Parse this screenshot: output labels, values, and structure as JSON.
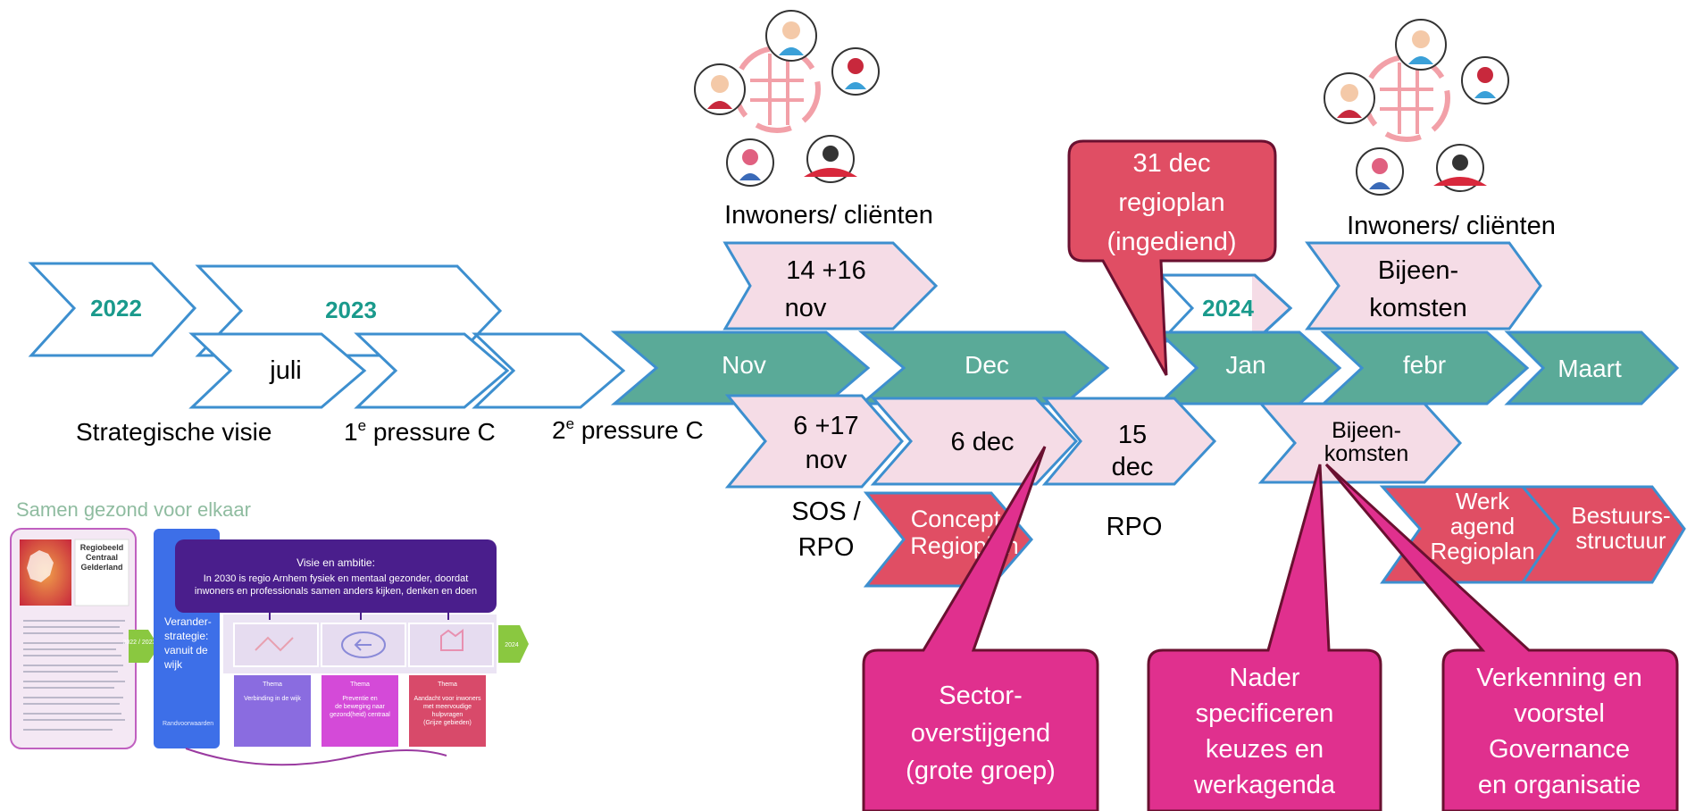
{
  "colors": {
    "teal": "#5aaa98",
    "teal_text": "#1a9a8c",
    "outline_blue": "#3d8fcf",
    "pink_light": "#f5dce6",
    "red": "#e04e64",
    "magenta": "#e0308e",
    "purple_dark": "#4a1e8c",
    "blue_vert": "#3d6fe8"
  },
  "timeline": {
    "y2022": "2022",
    "y2023": "2023",
    "y2024": "2024",
    "juli": "juli",
    "nov": "Nov",
    "dec": "Dec",
    "jan": "Jan",
    "febr": "febr",
    "maart": "Maart"
  },
  "labels": {
    "strategische_visie": "Strategische visie",
    "pressure1_num": "1",
    "pressure1_sup": "e",
    "pressure1_rest": " pressure C",
    "pressure2_num": "2",
    "pressure2_sup": "e",
    "pressure2_rest": " pressure C",
    "inwoners1": "Inwoners/ cliënten",
    "inwoners2": "Inwoners/ cliënten",
    "sos": "SOS /",
    "rpo_left": "RPO",
    "rpo_right": "RPO"
  },
  "events": {
    "nov_top_1": "14 +16",
    "nov_top_2": "nov",
    "nov_bot_1": "6 +17",
    "nov_bot_2": "nov",
    "dec6": "6 dec",
    "dec15_1": "15",
    "dec15_2": "dec",
    "bijeen_top_1": "Bijeen-",
    "bijeen_top_2": "komsten",
    "bijeen_bot_1": "Bijeen-",
    "bijeen_bot_2": "komsten",
    "concept_1": "Concept",
    "concept_2": "Regioplan",
    "werk_1": "Werk",
    "werk_2": "agend",
    "werk_3": "Regioplan",
    "bestuurs_1": "Bestuurs-",
    "bestuurs_2": "structuur"
  },
  "callouts": {
    "regioplan_1": "31 dec",
    "regioplan_2": "regioplan",
    "regioplan_3": "(ingediend)",
    "sector_1": "Sector-",
    "sector_2": "overstijgend",
    "sector_3": "(grote groep)",
    "nader_1": "Nader",
    "nader_2": "specificeren",
    "nader_3": "keuzes en",
    "nader_4": "werkagenda",
    "verk_1": "Verkenning en",
    "verk_2": "voorstel",
    "verk_3": "Governance",
    "verk_4": "en  organisatie"
  },
  "thumbnail": {
    "title": "Samen gezond voor elkaar",
    "doc_title_1": "Regiobeeld",
    "doc_title_2": "Centraal",
    "doc_title_3": "Gelderland",
    "visie_title": "Visie en ambitie:",
    "visie_line1": "In 2030 is regio Arnhem fysiek en mentaal gezonder, doordat",
    "visie_line2": "inwoners en professionals samen anders kijken, denken en doen",
    "verander_1": "Verander-",
    "verander_2": "strategie:",
    "verander_3": "vanuit de",
    "verander_4": "wijk",
    "randvoorwaarden": "Randvoorwaarden",
    "arrow_left": "2022 / 2023",
    "arrow_right": "2024",
    "thema1_head": "Thema",
    "thema1_body": "Verbinding in de wijk",
    "thema2_head": "Thema",
    "thema2_body_1": "Preventie en",
    "thema2_body_2": "de beweging naar",
    "thema2_body_3": "gezond(heid) centraal",
    "thema3_head": "Thema",
    "thema3_body_1": "Aandacht voor inwoners",
    "thema3_body_2": "met meervoudige",
    "thema3_body_3": "hulpvragen",
    "thema3_body_4": "(Grijze gebieden)"
  }
}
